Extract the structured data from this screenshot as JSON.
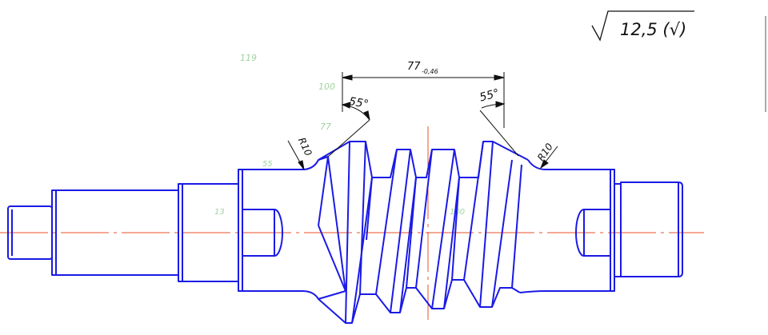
{
  "drawing": {
    "roughness": "12,5 (√)",
    "dimension_length": "77",
    "dimension_tolerance": "-0,46",
    "angle_left": "55°",
    "angle_right": "55°",
    "radius_left": "R10",
    "radius_right": "R10",
    "faint_labels": [
      "119",
      "100",
      "77",
      "55",
      "13",
      "100"
    ]
  },
  "colors": {
    "part_outline": "#1a1ae6",
    "centerline": "#e8502a",
    "dimension": "#111111",
    "faint_green": "#9fd39f"
  }
}
